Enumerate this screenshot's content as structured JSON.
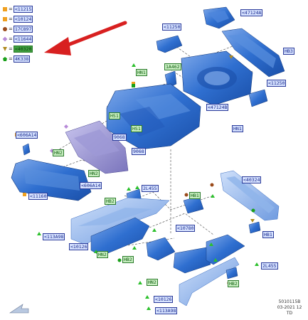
{
  "legend": [
    {
      "symbol": "orange-square",
      "color": "#f0a020",
      "code": "<11215",
      "highlight": false
    },
    {
      "symbol": "orange-square",
      "color": "#f0a020",
      "code": "<10124",
      "highlight": false
    },
    {
      "symbol": "brown-circle",
      "color": "#9a4a1a",
      "code": "17C897",
      "highlight": false
    },
    {
      "symbol": "purple-diamond",
      "color": "#b78ad8",
      "code": "<11644",
      "highlight": false
    },
    {
      "symbol": "olive-triangle",
      "color": "#b08a20",
      "code": "<40320",
      "highlight": true
    },
    {
      "symbol": "green-pentagon",
      "color": "#1aa01a",
      "code": "4K338",
      "highlight": false
    }
  ],
  "labels": {
    "l47124A": "<47124A",
    "l11250a": "<11250",
    "hb3": "HB3",
    "hn1a": "HN1",
    "a1a462": "1A462",
    "l11250b": "<11250",
    "l47124B": "<47124B",
    "hn1b": "HN1",
    "hs1a": "HS1",
    "hs1b": "HS1",
    "l9068a": "9068",
    "l9068b": "9068",
    "l606A14a": "<606A14",
    "hn2a": "HN2",
    "hn2b": "HN2",
    "l606A14b": "<606A14",
    "l11160": "<11160",
    "l40324": "<40324",
    "l2L455a": "2L455",
    "hb1a": "HB1",
    "hb2a": "HB2",
    "l10780": "<10780",
    "hb1b": "HB1",
    "l113A98a": "<113A98",
    "l10126a": "<10126",
    "hn2c": "HN2",
    "hb2b": "HB2",
    "l2L455b": "2L455",
    "hn2d": "HN2",
    "hb2c": "HB2",
    "l10126b": "<10126",
    "l113A98b": "<113A98"
  },
  "footer": {
    "code": "5010115B",
    "date": "03-2021 12",
    "author": "TD"
  },
  "colors": {
    "part": "#2f6fd0",
    "part_dark": "#1a4fa8",
    "part_light": "#8fb4ea",
    "purple_part": "#8a84c8",
    "arrow": "#d82020"
  }
}
